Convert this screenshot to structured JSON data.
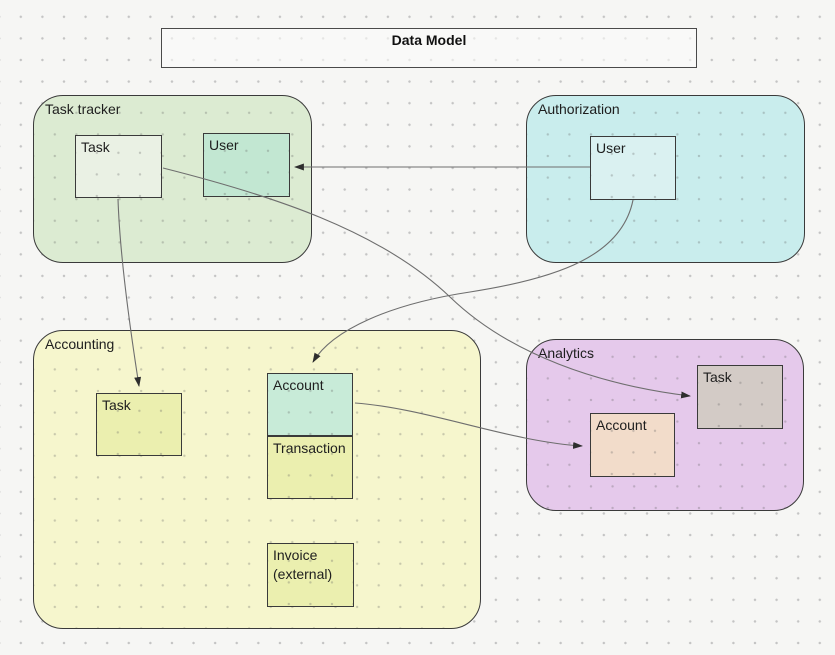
{
  "canvas": {
    "background": "#f6f6f4",
    "dot_color": "#c4c4c4"
  },
  "title_box": {
    "label": "Data Model"
  },
  "containers": {
    "task_tracker": {
      "label": "Task tracker",
      "fill": "#dcebd2"
    },
    "authorization": {
      "label": "Authorization",
      "fill": "#c9eded"
    },
    "accounting": {
      "label": "Accounting",
      "fill": "#f6f6cd"
    },
    "analytics": {
      "label": "Analytics",
      "fill": "#e5c9eb"
    }
  },
  "entities": {
    "tt_task": {
      "label": "Task",
      "fill": "#eaf1e4"
    },
    "tt_user": {
      "label": "User",
      "fill": "#c2e7d2"
    },
    "auth_user": {
      "label": "User",
      "fill": "#daf1f1"
    },
    "acc_task": {
      "label": "Task",
      "fill": "#ebefaf"
    },
    "acc_account": {
      "label": "Account",
      "fill": "#c8ebd8"
    },
    "acc_transaction": {
      "label": "Transaction",
      "fill": "#ebefaf"
    },
    "acc_invoice": {
      "label": "Invoice\n(external)",
      "fill": "#ebefaf"
    },
    "ana_task": {
      "label": "Task",
      "fill": "#d3cbc6"
    },
    "ana_account": {
      "label": "Account",
      "fill": "#f2dcca"
    }
  },
  "connectors": [
    {
      "from": "Authorization / User",
      "to": "Task tracker / User"
    },
    {
      "from": "Task tracker / Task",
      "to": "Accounting / Task"
    },
    {
      "from": "Authorization / User",
      "to": "Accounting / Account"
    },
    {
      "from": "Task tracker / Task",
      "to": "Analytics / Task"
    },
    {
      "from": "Accounting / Account",
      "to": "Analytics / Account"
    }
  ],
  "stroke_colors": {
    "shape_border": "#3a3a3a",
    "connector": "#6e6e6e",
    "arrowhead": "#2e2e2e"
  }
}
